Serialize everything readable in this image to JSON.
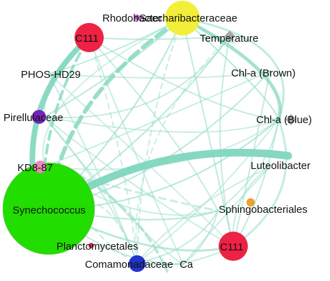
{
  "colors": {
    "edge": "#9ee0cd",
    "edge_strong": "#7fd6bd",
    "synechococcus": "#22dd00",
    "c111": "#ee2244",
    "saccharo": "#f2ee3a",
    "rhodo": "#c050d0",
    "pirellulaceae": "#7722bb",
    "kd8": "#ee88bb",
    "comamonadaceae": "#2233cc",
    "sphingo": "#f0a030",
    "env_diamond": "#a8a8a8",
    "planctomycetales": "#dd3366"
  },
  "nodes": {
    "rhodo": {
      "label": "Rhodobacter",
      "shape": "circle"
    },
    "saccharo": {
      "label": "Saccharibacteraceae",
      "shape": "circle"
    },
    "c111_top": {
      "label": "C111",
      "shape": "circle"
    },
    "temperature": {
      "label": "Temperature",
      "shape": "diamond"
    },
    "phos": {
      "label": "PHOS-HD29",
      "shape": "none"
    },
    "chla_brown": {
      "label": "Chl-a (Brown)",
      "shape": "none"
    },
    "pirellulaceae": {
      "label": "Pirellulaceae",
      "shape": "circle"
    },
    "chla_blue": {
      "label": "Chl-a (Blue)",
      "shape": "diamond"
    },
    "kd8": {
      "label": "KD8-87",
      "shape": "circle"
    },
    "luteolibacter": {
      "label": "Luteolibacter",
      "shape": "none"
    },
    "synechococcus": {
      "label": "Synechococcus",
      "shape": "circle"
    },
    "sphingo": {
      "label": "Sphingobacteriales",
      "shape": "circle"
    },
    "planctomycetales": {
      "label": "Planctomycetales",
      "shape": "circle"
    },
    "c111_bottom": {
      "label": "C111",
      "shape": "circle"
    },
    "comamonadaceae": {
      "label": "Comamonadaceae",
      "shape": "circle"
    },
    "ca": {
      "label": "Ca",
      "shape": "none"
    }
  }
}
